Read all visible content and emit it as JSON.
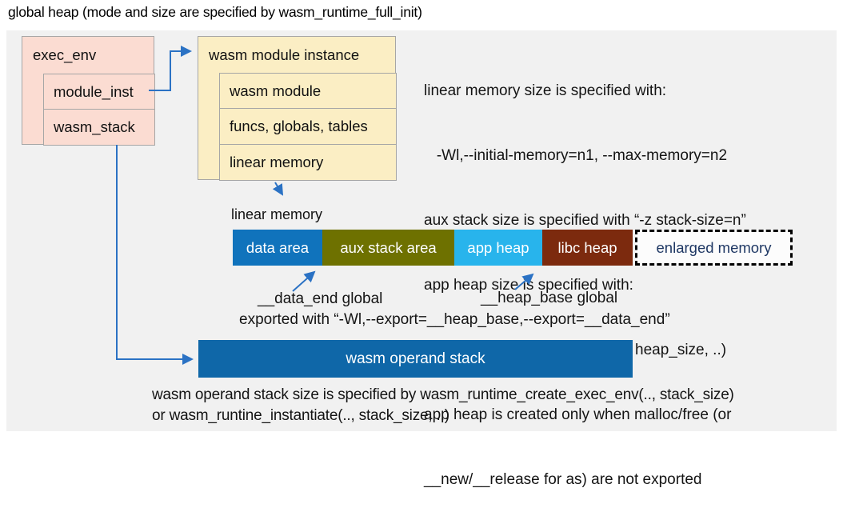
{
  "title": "global heap (mode and size are specified by wasm_runtime_full_init)",
  "colors": {
    "panel_bg": "#f1f1f1",
    "exec_env_fill": "#fbdcd2",
    "module_instance_fill": "#fbeec4",
    "box_border": "#a6a6a6",
    "arrow_blue": "#2b72c4",
    "data_area": "#1073bc",
    "aux_stack_area": "#6e7100",
    "app_heap": "#28b4ec",
    "libc_heap": "#7c2a0e",
    "enlarged_memory_text": "#1f3864",
    "operand_stack": "#0f67a8"
  },
  "exec_env": {
    "label": "exec_env",
    "children": [
      "module_inst",
      "wasm_stack"
    ]
  },
  "module_instance": {
    "label": "wasm module instance",
    "children": [
      "wasm module",
      "funcs, globals, tables",
      "linear memory"
    ]
  },
  "notes_right": [
    "linear memory size is specified with:",
    "   -Wl,--initial-memory=n1, --max-memory=n2",
    "aux stack size is specified with “-z stack-size=n”",
    "app heap size is specified with:",
    "   wasm_runtime_instantiate(.., heap_size, ..)",
    "app heap is created only when malloc/free (or",
    "__new/__release for as) are not exported"
  ],
  "linear_memory": {
    "label": "linear memory",
    "segments": [
      {
        "label": "data area",
        "color": "#1073bc"
      },
      {
        "label": "aux stack area",
        "color": "#6e7100"
      },
      {
        "label": "app heap",
        "color": "#28b4ec"
      },
      {
        "label": "libc heap",
        "color": "#7c2a0e"
      },
      {
        "label": "enlarged memory",
        "color": "#fcfcfc",
        "style": "dashed"
      }
    ]
  },
  "annotations": {
    "data_end": "__data_end global",
    "heap_base": "__heap_base global",
    "exported": "exported with “-Wl,--export=__heap_base,--export=__data_end”"
  },
  "operand_stack": {
    "label": "wasm operand stack"
  },
  "notes_bottom": [
    "wasm operand stack size is specified by wasm_runtime_create_exec_env(.., stack_size)",
    "or wasm_runtine_instantiate(.., stack_size, ..)"
  ]
}
